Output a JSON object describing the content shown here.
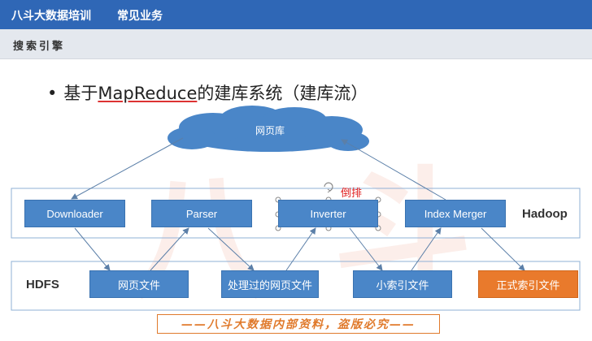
{
  "topbar": {
    "brand": "八斗大数据培训",
    "nav_item": "常见业务"
  },
  "subbar": {
    "section_title": "搜索引擎"
  },
  "slide": {
    "bullet_prefix": "基于",
    "bullet_highlight": "MapReduce",
    "bullet_suffix": "的建库系统（建库流）",
    "cloud_label": "网页库",
    "annotation": "倒排",
    "hadoop_label": "Hadoop",
    "hdfs_label": "HDFS",
    "hadoop_boxes": [
      "Downloader",
      "Parser",
      "Inverter",
      "Index Merger"
    ],
    "hdfs_boxes": [
      "网页文件",
      "处理过的网页文件",
      "小索引文件",
      "正式索引文件"
    ],
    "footer": "——八斗大数据内部资料，盗版必究——",
    "watermark": [
      "八",
      "斗"
    ]
  },
  "colors": {
    "accent_blue": "#2f67b6",
    "box_blue": "#4a86c8",
    "box_orange": "#e97a2c",
    "annotation_red": "#e02020"
  }
}
